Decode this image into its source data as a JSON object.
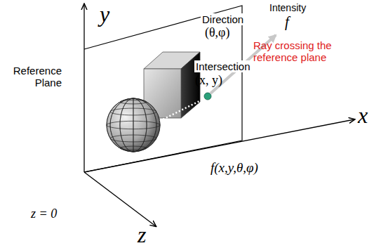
{
  "diagram": {
    "labels": [
      "y",
      "x",
      "z",
      "Intensity",
      "f",
      "Direction",
      "(θ,φ)",
      "Ray crossing the reference plane",
      "Intersection",
      "(x, y)",
      "Reference Plane",
      "f(x,y,θ,φ)",
      "z = 0"
    ]
  }
}
